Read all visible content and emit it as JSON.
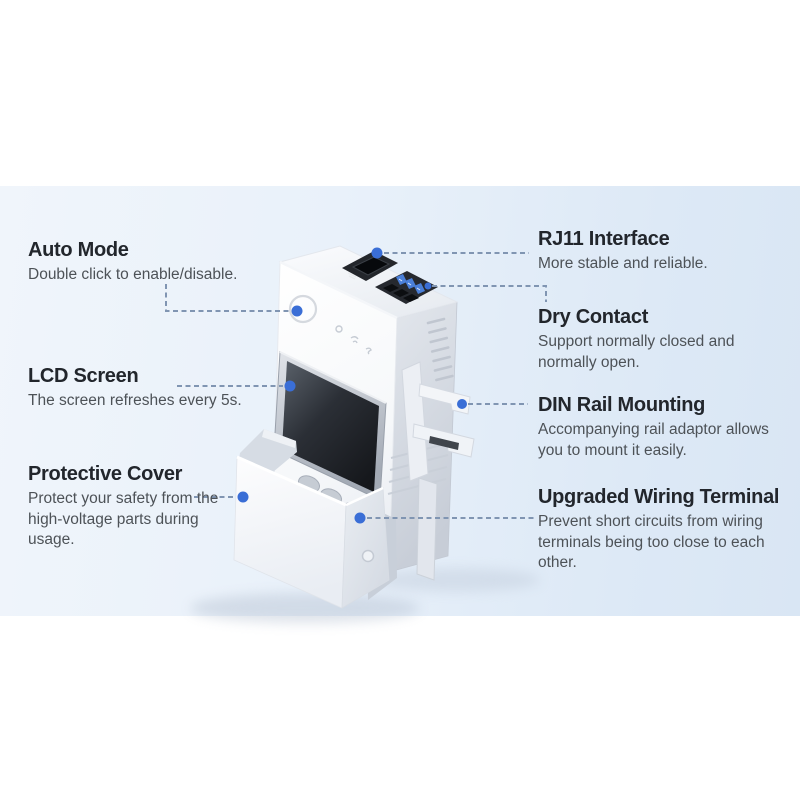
{
  "style": {
    "band_gradient_start": "#f0f5fb",
    "band_gradient_end": "#d9e6f4",
    "title_color": "#22262c",
    "body_color": "#4d5257",
    "leader_line_color": "#8095b2",
    "connector_dot_color": "#3a6ed6"
  },
  "callouts": [
    {
      "id": "auto-mode",
      "side": "left",
      "title": "Auto Mode",
      "description": "Double click to enable/disable."
    },
    {
      "id": "lcd-screen",
      "side": "left",
      "title": "LCD Screen",
      "description": "The screen refreshes every 5s."
    },
    {
      "id": "protective-cover",
      "side": "left",
      "title": "Protective Cover",
      "description": "Protect your safety from the high-voltage parts during usage."
    },
    {
      "id": "rj11-interface",
      "side": "right",
      "title": "RJ11 Interface",
      "description": "More stable and reliable."
    },
    {
      "id": "dry-contact",
      "side": "right",
      "title": "Dry Contact",
      "description": "Support normally closed and normally open."
    },
    {
      "id": "din-rail-mounting",
      "side": "right",
      "title": "DIN Rail Mounting",
      "description": "Accompanying rail adaptor allows you to mount it easily."
    },
    {
      "id": "upgraded-wiring-terminal",
      "side": "right",
      "title": "Upgraded Wiring Terminal",
      "description": "Prevent short circuits from wiring terminals being too close to each other."
    }
  ]
}
